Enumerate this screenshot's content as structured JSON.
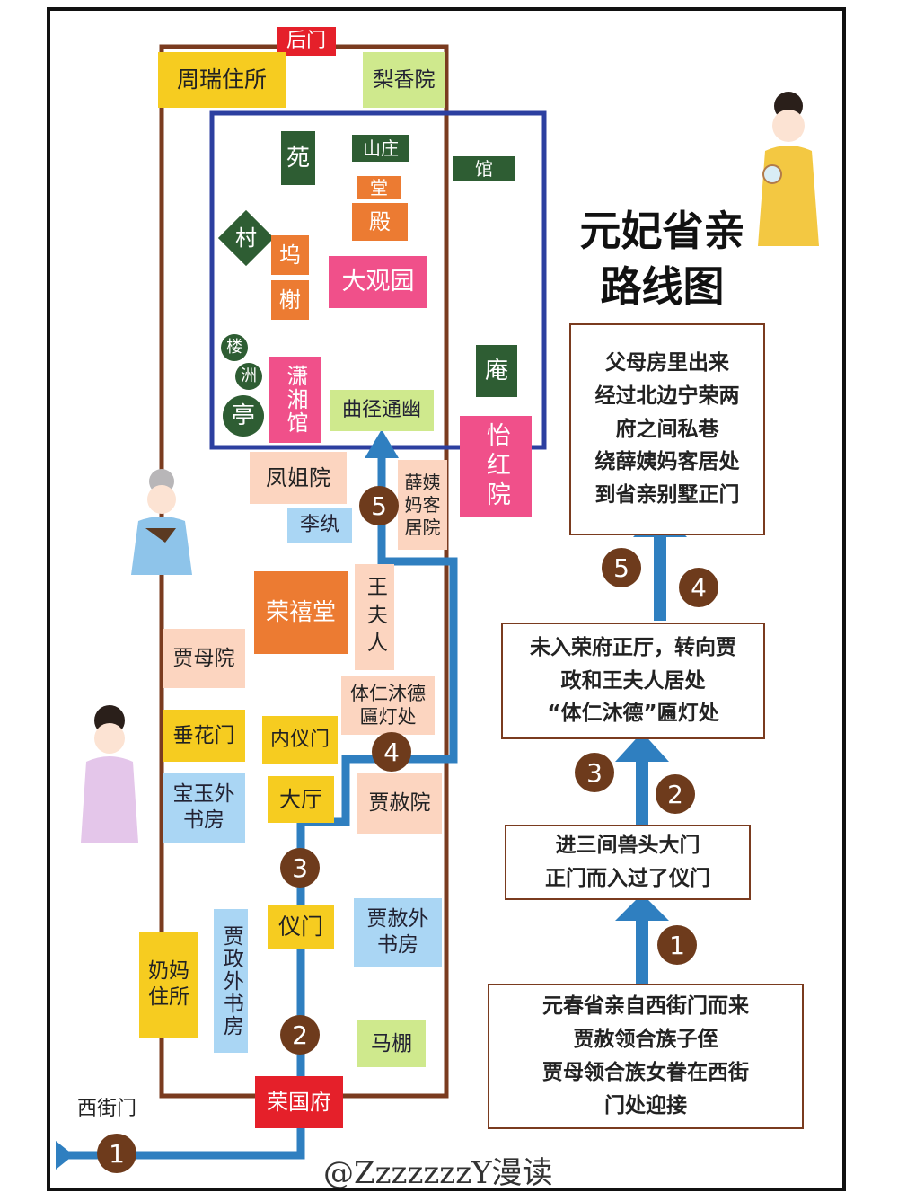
{
  "map": {
    "back_gate": "后门",
    "zhou_rui": "周瑞住所",
    "lixiang": "梨香院",
    "garden": {
      "yuan": "苑",
      "shanzhuang": "山庄",
      "guan": "馆",
      "tang": "堂",
      "dian": "殿",
      "cun": "村",
      "wu": "坞",
      "xie": "榭",
      "daguanyuan": "大观园",
      "lou": "楼",
      "zhou": "洲",
      "ting": "亭",
      "xiaoxiangguan": "潇湘馆",
      "an": "庵",
      "qujing": "曲径通幽",
      "yihongyuan": "怡红院"
    },
    "fengjie": "凤姐院",
    "xue_yima": "薛姨妈客居院",
    "li_wan": "李纨",
    "rongxitang": "荣禧堂",
    "wang_furen": "王夫人",
    "jiamu": "贾母院",
    "tiren": "体仁沐德匾灯处",
    "chuihua": "垂花门",
    "neiyimen": "内仪门",
    "baoyu_study": "宝玉外书房",
    "dating": "大厅",
    "jiashe_yuan": "贾赦院",
    "yimen": "仪门",
    "jiashe_study": "贾赦外书房",
    "nanny": "奶妈住所",
    "jiazheng_study": "贾政外书房",
    "mapeng": "马棚",
    "rongguofu": "荣国府",
    "xijie": "西街门"
  },
  "route_markers": [
    "1",
    "2",
    "3",
    "4",
    "5"
  ],
  "title": [
    "元妃省亲",
    "路线图"
  ],
  "steps": {
    "step5": [
      "父母房里出来",
      "经过北边宁荣两",
      "府之间私巷",
      "绕薛姨妈客居处",
      "到省亲别墅正门"
    ],
    "step3": [
      "未入荣府正厅，转向贾",
      "政和王夫人居处",
      "“体仁沐德”匾灯处"
    ],
    "step2": [
      "进三间兽头大门",
      "正门而入过了仪门"
    ],
    "step1": [
      "元春省亲自西街门而来",
      "贾赦领合族子侄",
      "贾母领合族女眷在西街",
      "门处迎接"
    ]
  },
  "flow_markers": [
    "5",
    "4",
    "3",
    "2",
    "1"
  ],
  "watermark": "@ZzzzzzzY漫读",
  "colors": {
    "route_blue": "#2f7fc0",
    "wall_brown": "#7a3b1f",
    "garden_border": "#2c3fa0"
  }
}
